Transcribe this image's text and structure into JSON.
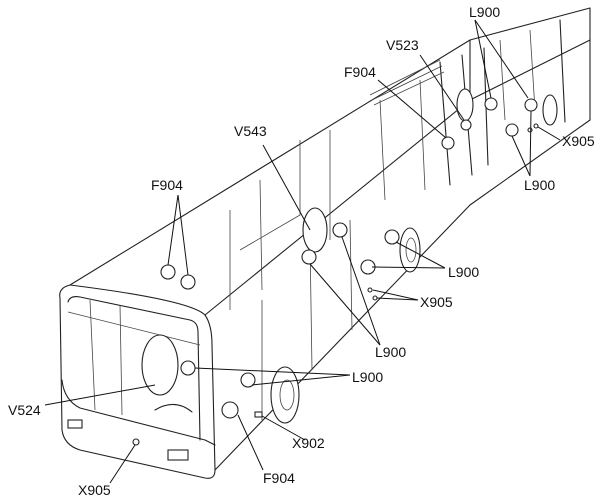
{
  "title": "Bus component location diagram",
  "labels": {
    "l900_top": "L900",
    "v523": "V523",
    "f904_top": "F904",
    "x905_rear": "X905",
    "l900_rear": "L900",
    "v543": "V543",
    "f904_roof": "F904",
    "l900_mid": "L900",
    "x905_mid": "X905",
    "l900_center": "L900",
    "l900_front": "L900",
    "v524": "V524",
    "x902": "X902",
    "f904_front": "F904",
    "x905_front": "X905"
  }
}
